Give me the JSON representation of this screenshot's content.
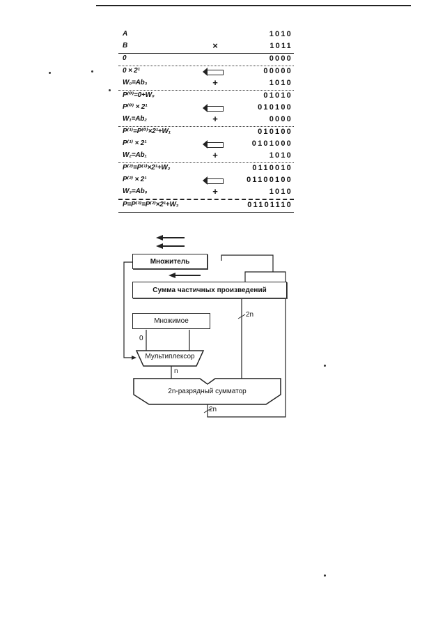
{
  "rows": [
    {
      "lbl": "A",
      "op": "",
      "val": "1010",
      "sep": ""
    },
    {
      "lbl": "B",
      "op": "×",
      "val": "1011",
      "sep": "solid"
    },
    {
      "lbl": "0",
      "op": "",
      "val": "0000",
      "sep": "dot"
    },
    {
      "lbl": "0 × 2¹",
      "op": "arrow",
      "val": "00000",
      "sep": ""
    },
    {
      "lbl": "W₀=Ab₃",
      "op": "+",
      "val": "1010",
      "sep": "dot"
    },
    {
      "lbl": "P⁽⁰⁾=0+W₀",
      "op": "",
      "val": "01010",
      "sep": ""
    },
    {
      "lbl": "P⁽⁰⁾ × 2¹",
      "op": "arrow",
      "val": "010100",
      "sep": ""
    },
    {
      "lbl": "W₁=Ab₂",
      "op": "+",
      "val": "0000",
      "sep": "dot"
    },
    {
      "lbl": "P⁽¹⁾=P⁽⁰⁾×2¹+W₁",
      "op": "",
      "val": "010100",
      "sep": ""
    },
    {
      "lbl": "P⁽¹⁾ × 2¹",
      "op": "arrow",
      "val": "0101000",
      "sep": ""
    },
    {
      "lbl": "W₂=Ab₁",
      "op": "+",
      "val": "1010",
      "sep": "dot"
    },
    {
      "lbl": "P⁽²⁾=P⁽¹⁾×2¹+W₂",
      "op": "",
      "val": "0110010",
      "sep": ""
    },
    {
      "lbl": "P⁽²⁾ × 2¹",
      "op": "arrow",
      "val": "01100100",
      "sep": ""
    },
    {
      "lbl": "W₃=Ab₀",
      "op": "+",
      "val": "1010",
      "sep": "dash"
    },
    {
      "lbl": "P=P⁽³⁾=P⁽²⁾×2¹+W₃",
      "op": "",
      "val": "01101110",
      "sep": "solid"
    }
  ],
  "diagram": {
    "multiplier": "Множитель",
    "partial_sum": "Сумма частичных произведений",
    "multiplicand": "Множимое",
    "mux": "Мультиплексор",
    "adder": "2n-разрядный сумматор",
    "label_zero": "0",
    "label_n": "n",
    "label_2n_top": "2n",
    "label_2n_bottom": "2n"
  }
}
